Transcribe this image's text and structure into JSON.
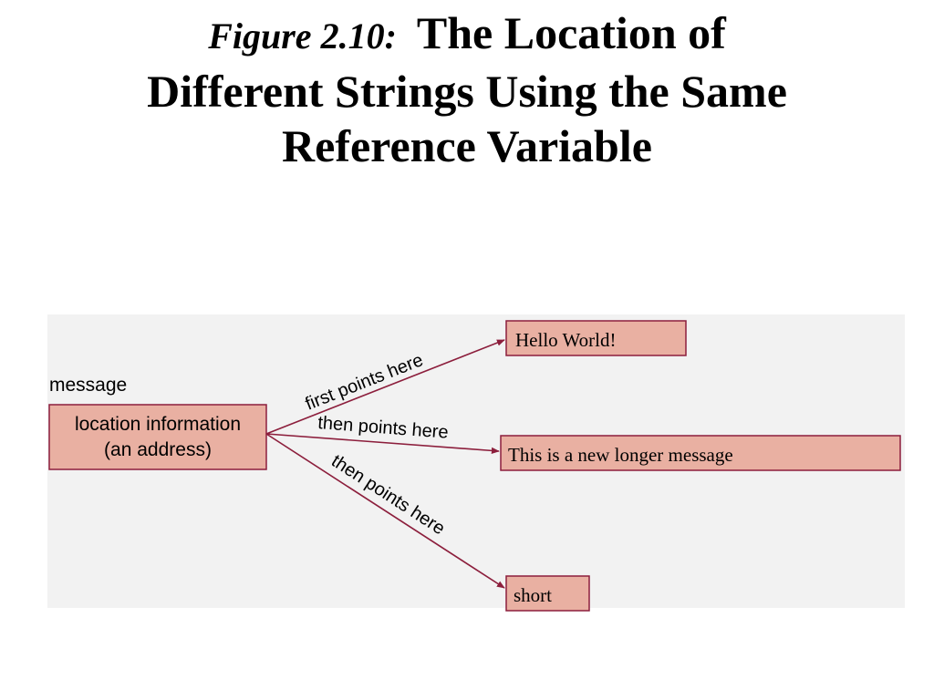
{
  "title": {
    "figure_label": "Figure 2.10:",
    "line1": "The Location of",
    "line2": "Different Strings Using the Same",
    "line3": "Reference Variable"
  },
  "diagram": {
    "variable_name": "message",
    "variable_box_line1": "location information",
    "variable_box_line2": "(an address)",
    "targets": [
      {
        "text": "Hello World!",
        "edge_label": "first points here"
      },
      {
        "text": "This is a new longer message",
        "edge_label": "then points here"
      },
      {
        "text": "short",
        "edge_label": "then points here"
      }
    ],
    "colors": {
      "box_fill": "#e9b0a2",
      "box_stroke": "#8c1e3c",
      "arrow": "#8c1e3c",
      "background": "#f2f2f2"
    }
  }
}
